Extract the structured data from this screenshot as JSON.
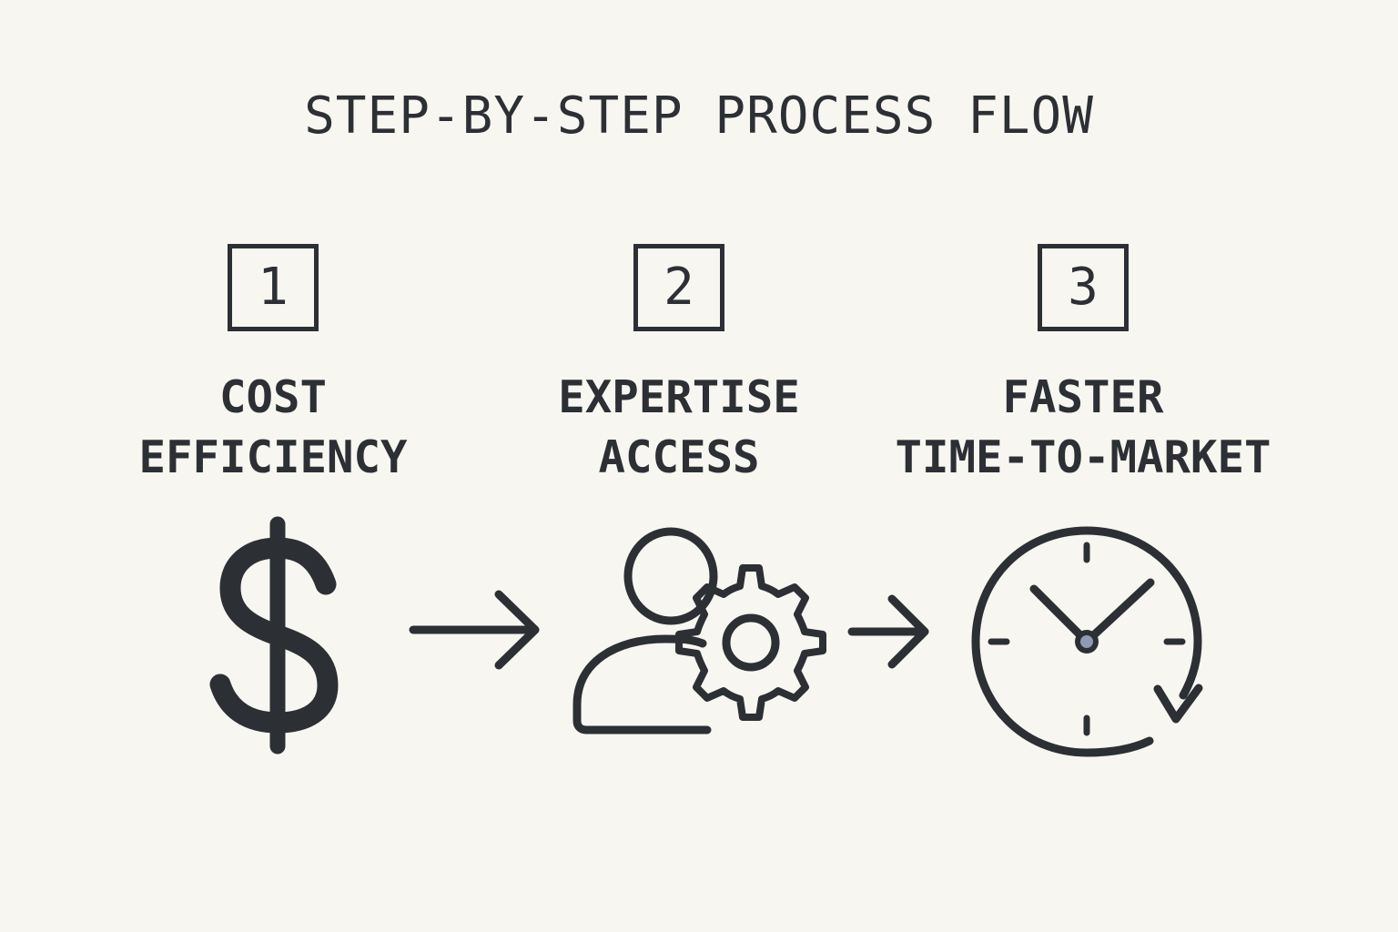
{
  "title": "STEP-BY-STEP PROCESS FLOW",
  "steps": [
    {
      "number": "1",
      "label_lines": [
        "COST",
        "EFFICIENCY"
      ],
      "icon": "dollar-icon"
    },
    {
      "number": "2",
      "label_lines": [
        "EXPERTISE",
        "ACCESS"
      ],
      "icon": "user-gear-icon"
    },
    {
      "number": "3",
      "label_lines": [
        "FASTER",
        "TIME-TO-MARKET"
      ],
      "icon": "clock-icon"
    }
  ],
  "connectors": [
    {
      "from_step": "1",
      "to_step": "2",
      "icon": "right-arrow-icon"
    },
    {
      "from_step": "2",
      "to_step": "3",
      "icon": "right-arrow-icon"
    }
  ],
  "colors": {
    "background": "#f8f6f1",
    "ink": "#2c3035",
    "clock_center": "#8e99b2"
  }
}
